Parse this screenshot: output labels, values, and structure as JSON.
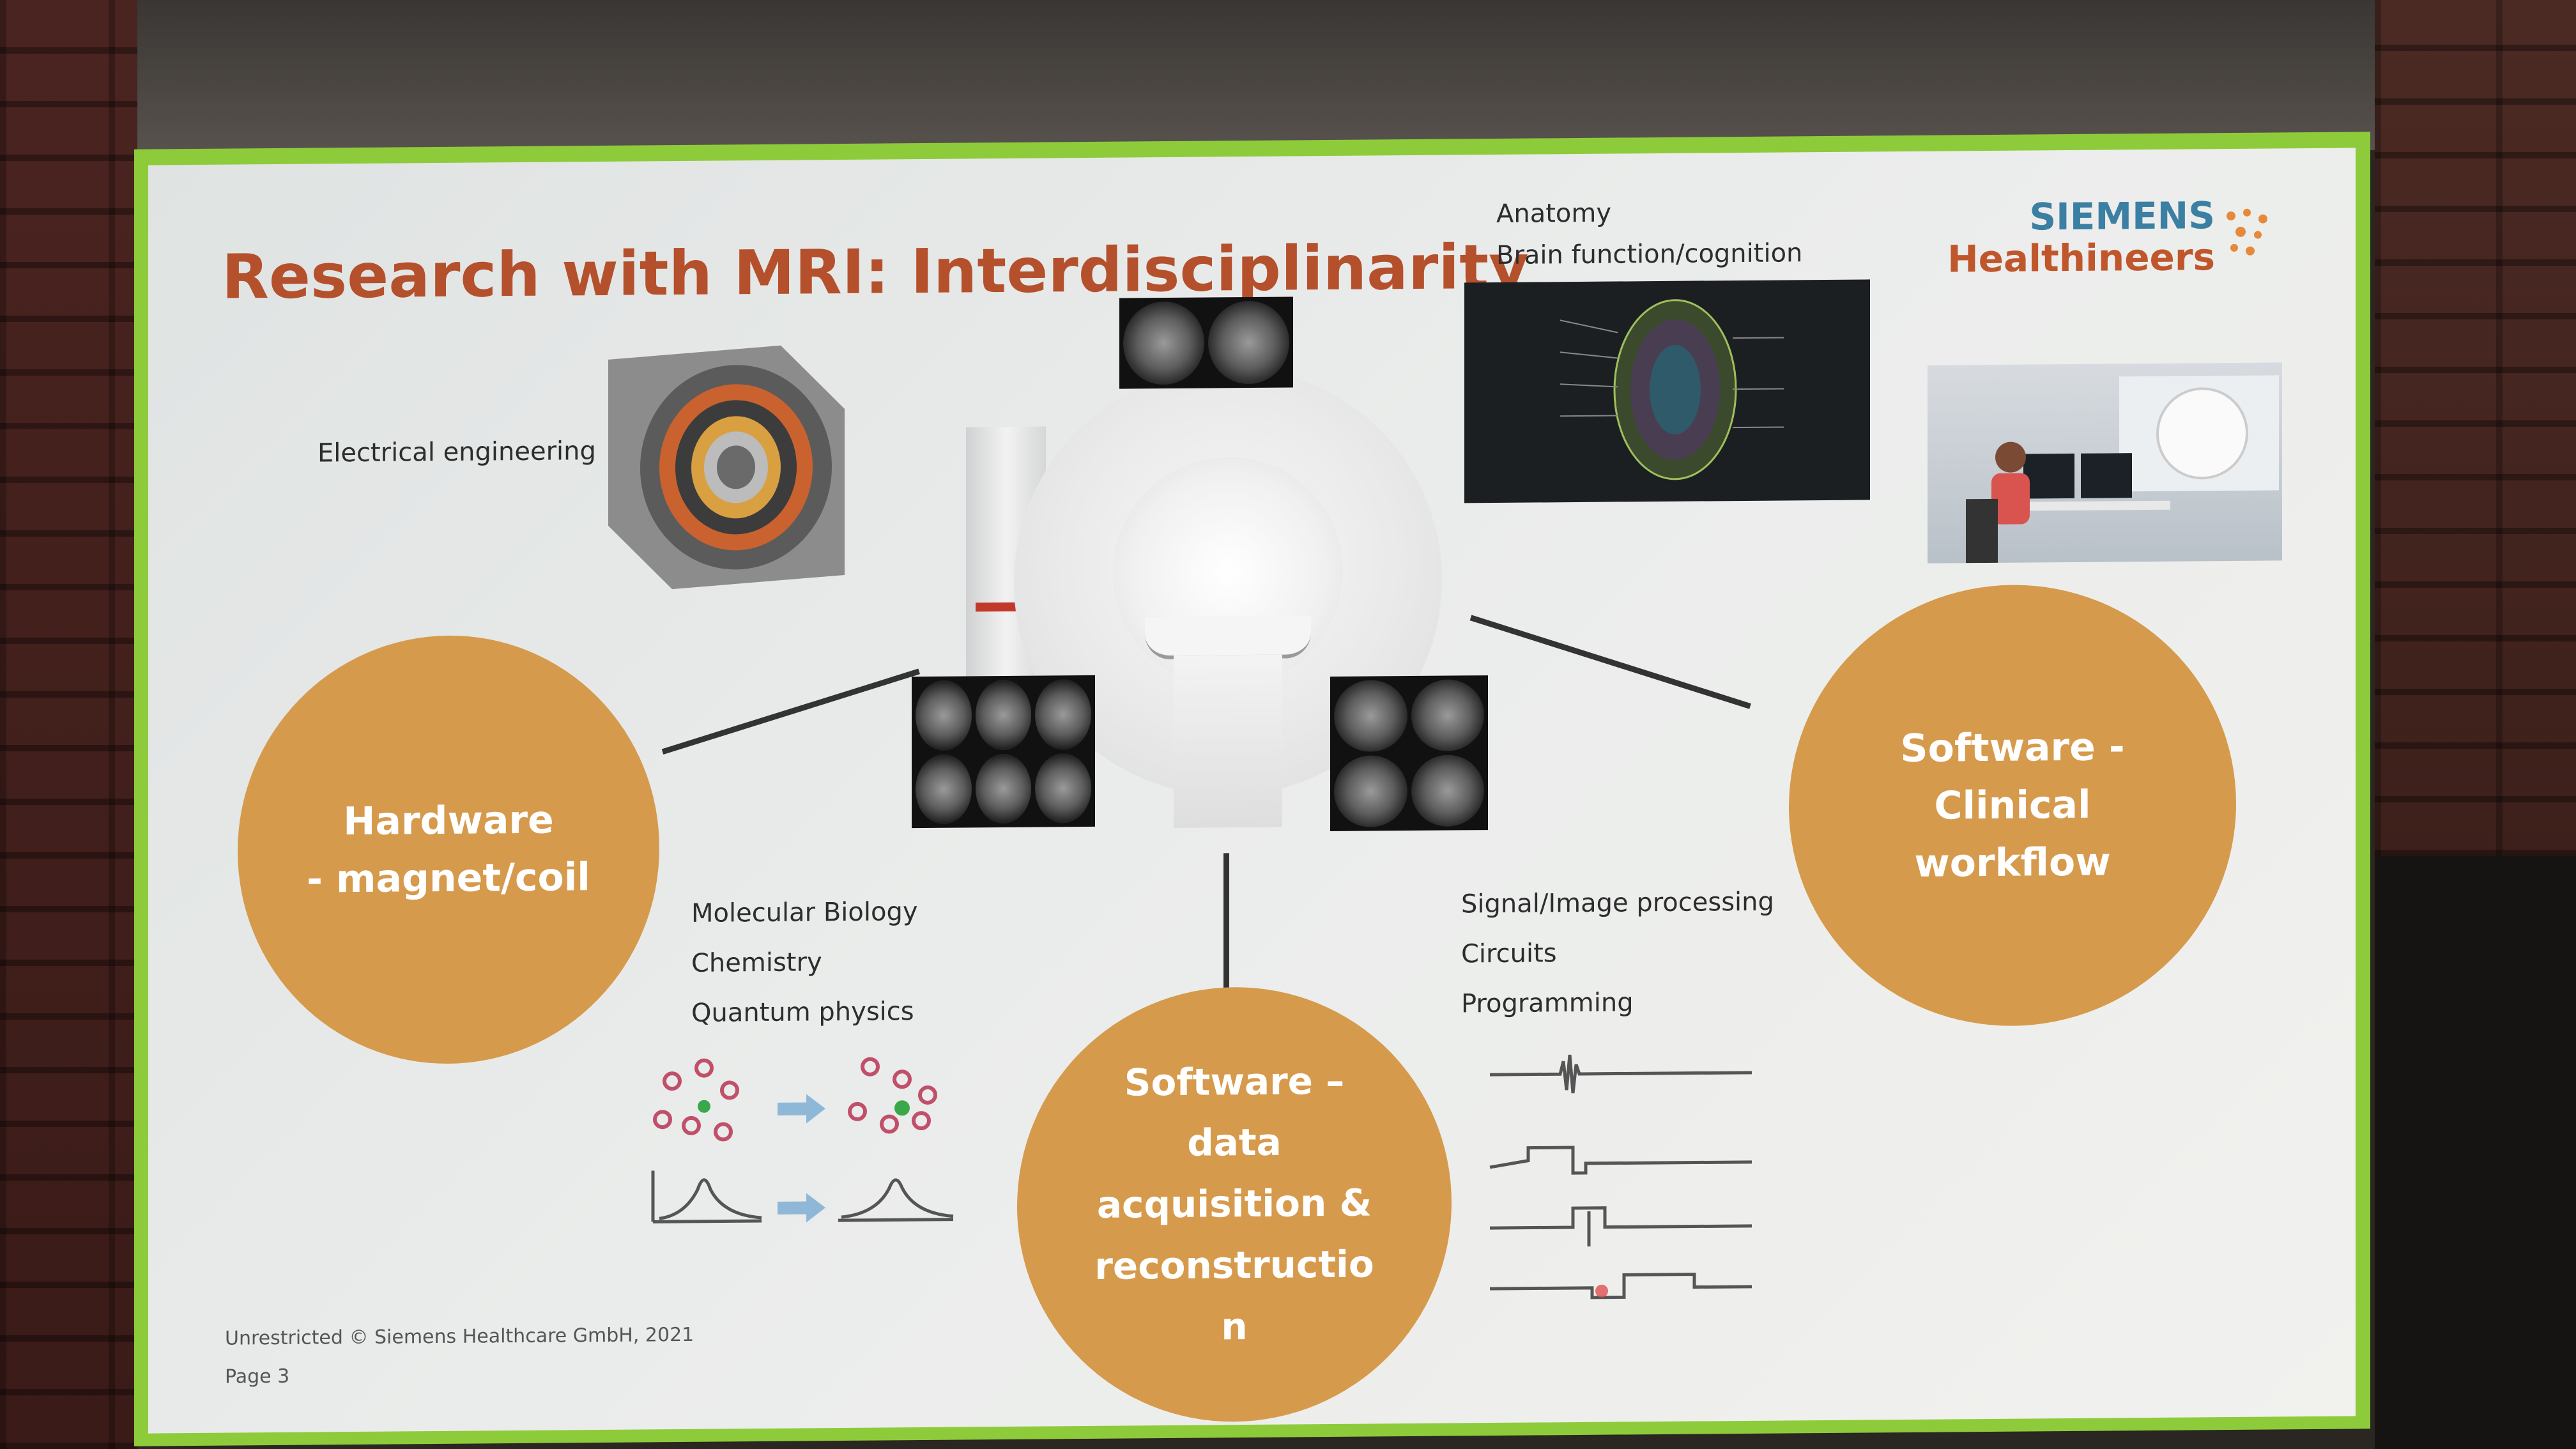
{
  "slide": {
    "title": "Research with MRI: Interdisciplinarity",
    "brand": {
      "line1": "SIEMENS",
      "line2": "Healthineers"
    },
    "top_labels": [
      "Anatomy",
      "Brain function/cognition"
    ],
    "electrical_label": "Electrical engineering",
    "science_labels": [
      "Molecular Biology",
      "Chemistry",
      "Quantum physics"
    ],
    "signal_labels": [
      "Signal/Image processing",
      "Circuits",
      "Programming"
    ],
    "circles": {
      "hardware": [
        "Hardware",
        "- magnet/coil"
      ],
      "clinical": [
        "Software -",
        "Clinical",
        "workflow"
      ],
      "acquisition": [
        "Software –",
        "data",
        "acquisition &",
        "reconstructio",
        "n"
      ]
    },
    "footer": {
      "copyright": "Unrestricted © Siemens Healthcare GmbH, 2021",
      "page": "Page 3"
    },
    "colors": {
      "accent_title": "#b5502c",
      "circle_fill": "#d69a4c",
      "frame_green": "#8ecb3a",
      "brand_blue": "#3b7fa3"
    }
  }
}
